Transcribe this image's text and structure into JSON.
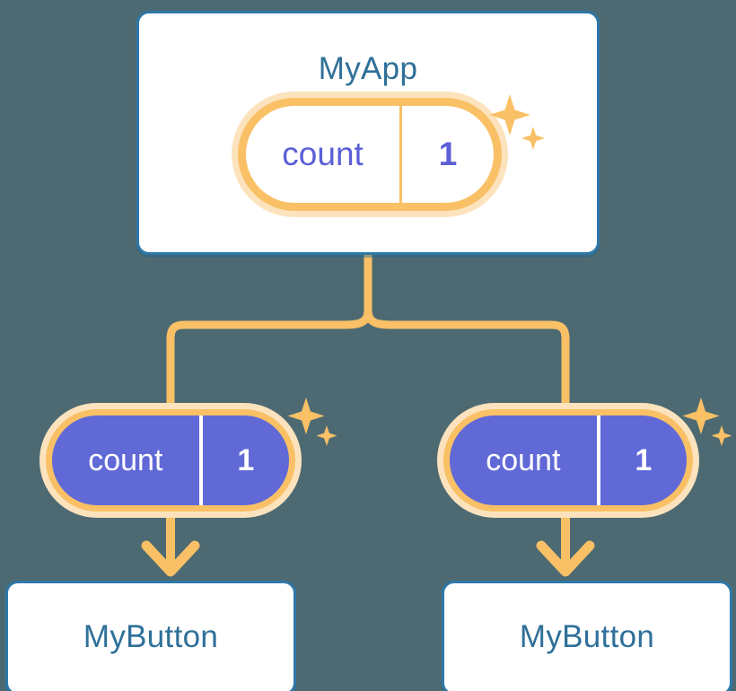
{
  "theme": {
    "background": "#4d6a73",
    "card_border": "#2f78a8",
    "card_fill": "#ffffff",
    "title_text": "#2f7099",
    "wire": "#f9c066",
    "pill_ring_outer": "#fce3bd",
    "pill_ring_inner": "#f9c066",
    "pill_filled_bg": "#6069d6",
    "pill_light_text": "#5b5fd6",
    "pill_filled_text": "#ffffff"
  },
  "diagram": {
    "type": "state-propagation-tree",
    "root": {
      "title": "MyApp",
      "state": {
        "key": "count",
        "value": "1"
      },
      "sparkle": "sparkle-icon"
    },
    "branches": [
      {
        "state": {
          "key": "count",
          "value": "1"
        },
        "sparkle": "sparkle-icon",
        "child": {
          "title": "MyButton"
        }
      },
      {
        "state": {
          "key": "count",
          "value": "1"
        },
        "sparkle": "sparkle-icon",
        "child": {
          "title": "MyButton"
        }
      }
    ]
  }
}
